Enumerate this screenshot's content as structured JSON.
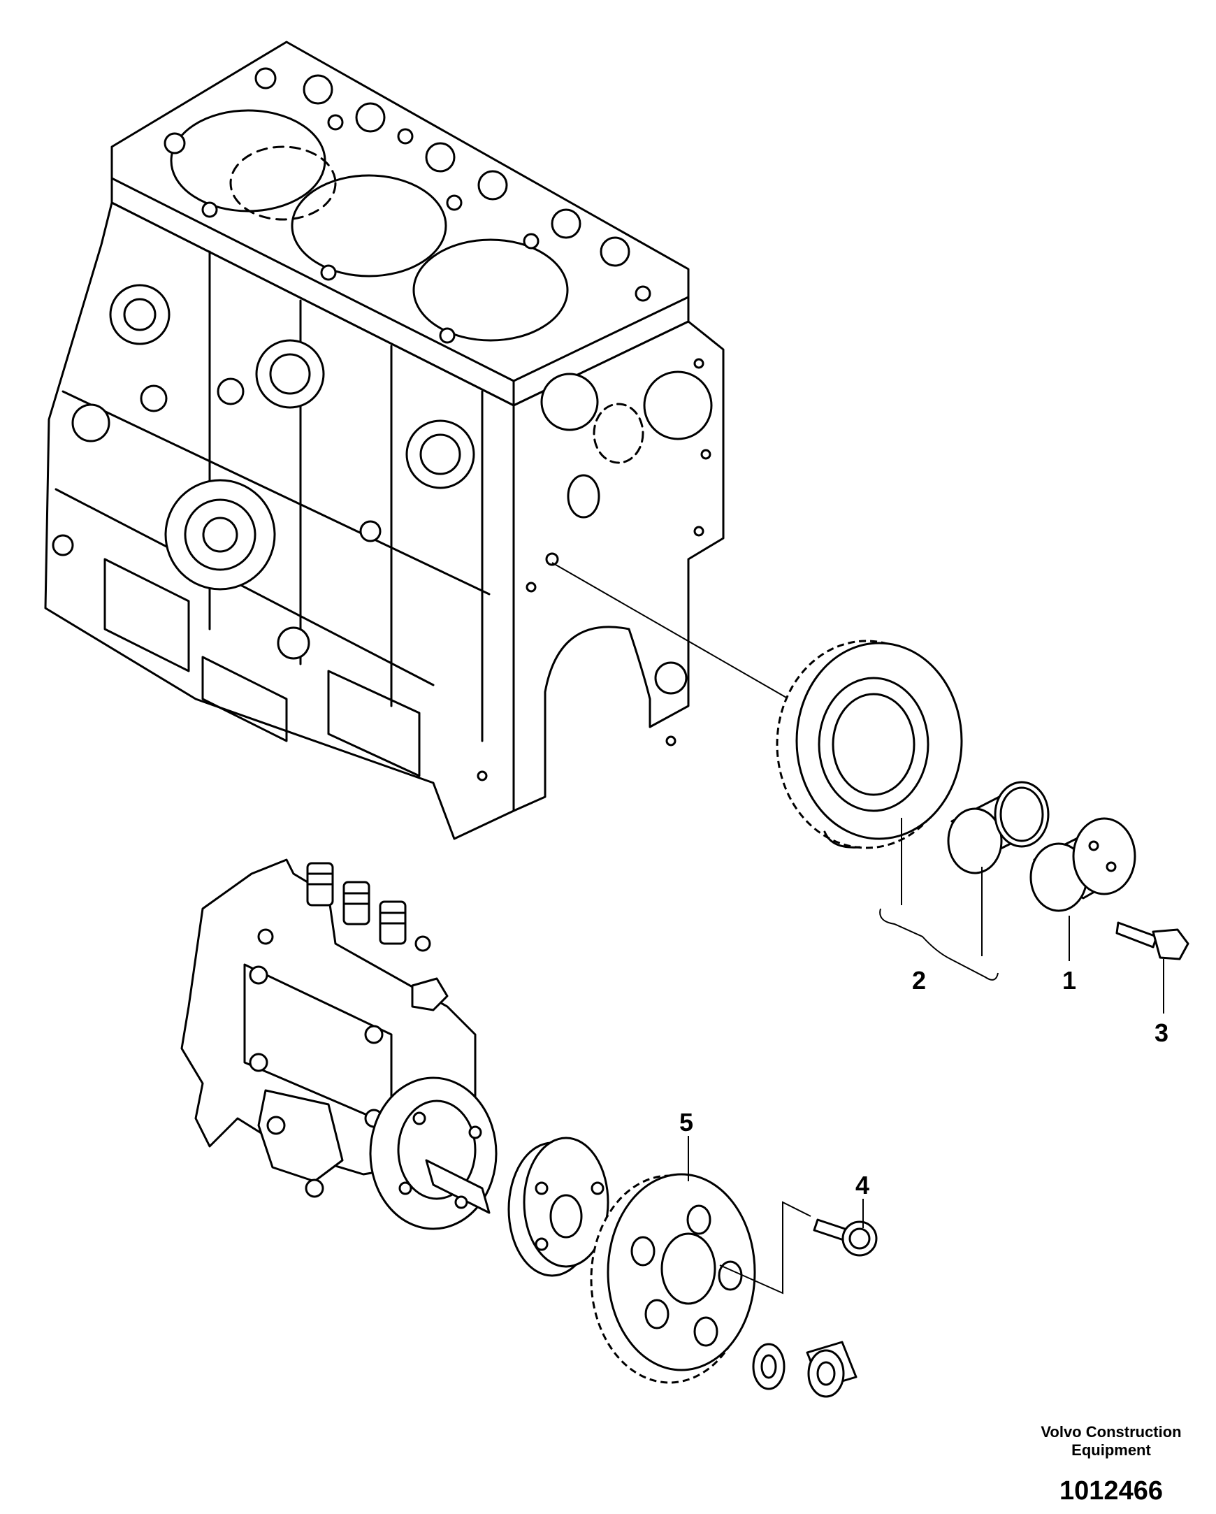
{
  "footer": {
    "company_line1": "Volvo Construction",
    "company_line2": "Equipment",
    "drawing_number": "1012466"
  },
  "callouts": [
    {
      "label": "1"
    },
    {
      "label": "2"
    },
    {
      "label": "3"
    },
    {
      "label": "4"
    },
    {
      "label": "5"
    }
  ]
}
